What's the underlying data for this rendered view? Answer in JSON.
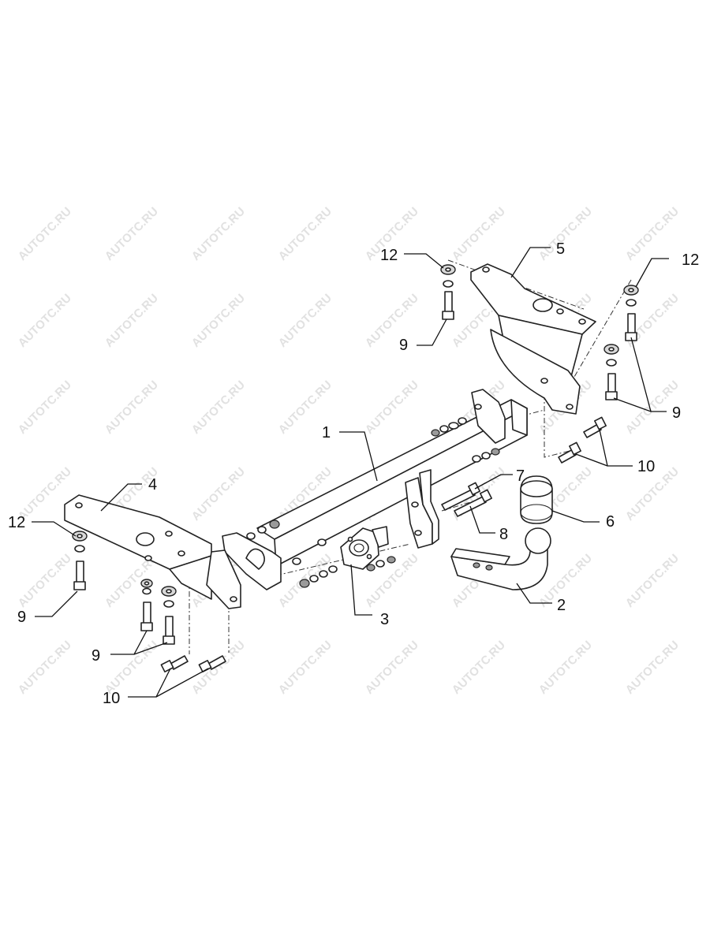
{
  "watermark": "AUTOTC.RU",
  "callouts": {
    "c1": "1",
    "c2": "2",
    "c3": "3",
    "c4": "4",
    "c5": "5",
    "c6": "6",
    "c7": "7",
    "c8": "8",
    "c9_top": "9",
    "c9_right": "9",
    "c9_left": "9",
    "c9_left2": "9",
    "c10_right": "10",
    "c10_left": "10",
    "c12_top": "12",
    "c12_right": "12",
    "c12_left": "12"
  }
}
